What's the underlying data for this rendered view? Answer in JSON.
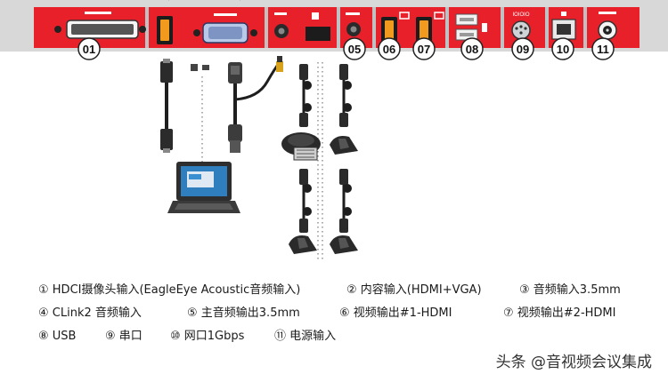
{
  "panel": {
    "colors": {
      "frame": "#d8d8d8",
      "red": "#e8202a",
      "silver": "#bfc2c5",
      "port_dark": "#1c1c1c",
      "port_orange": "#f19a1e"
    },
    "badges": [
      "01",
      "05",
      "06",
      "07",
      "08",
      "09",
      "10",
      "11"
    ],
    "small_labels": [
      "IOIOIO"
    ]
  },
  "devices": {
    "laptop": "laptop-icon",
    "hdmi_cable": "hdmi-cable-icon",
    "vga_cable": "vga-cable-icon",
    "audio_cable": "audio-cable-icon",
    "clink_cable": "clink-cable-icon",
    "speakerphone": "speakerphone-icon",
    "microphone": "microphone-icon"
  },
  "legend": {
    "row1": {
      "i1": "① HDCI摄像头输入(EagleEye Acoustic音频输入)",
      "i2": "② 内容输入(HDMI+VGA)",
      "i3": "③ 音频输入3.5mm"
    },
    "row2": {
      "i4": "④ CLink2 音频输入",
      "i5": "⑤ 主音频输出3.5mm",
      "i6": "⑥ 视频输出#1-HDMI",
      "i7": "⑦ 视频输出#2-HDMI"
    },
    "row3": {
      "i8": "⑧ USB",
      "i9": "⑨ 串口",
      "i10": "⑩ 网口1Gbps",
      "i11": "⑪ 电源输入"
    }
  },
  "watermark": "头条 @音视频会议集成"
}
